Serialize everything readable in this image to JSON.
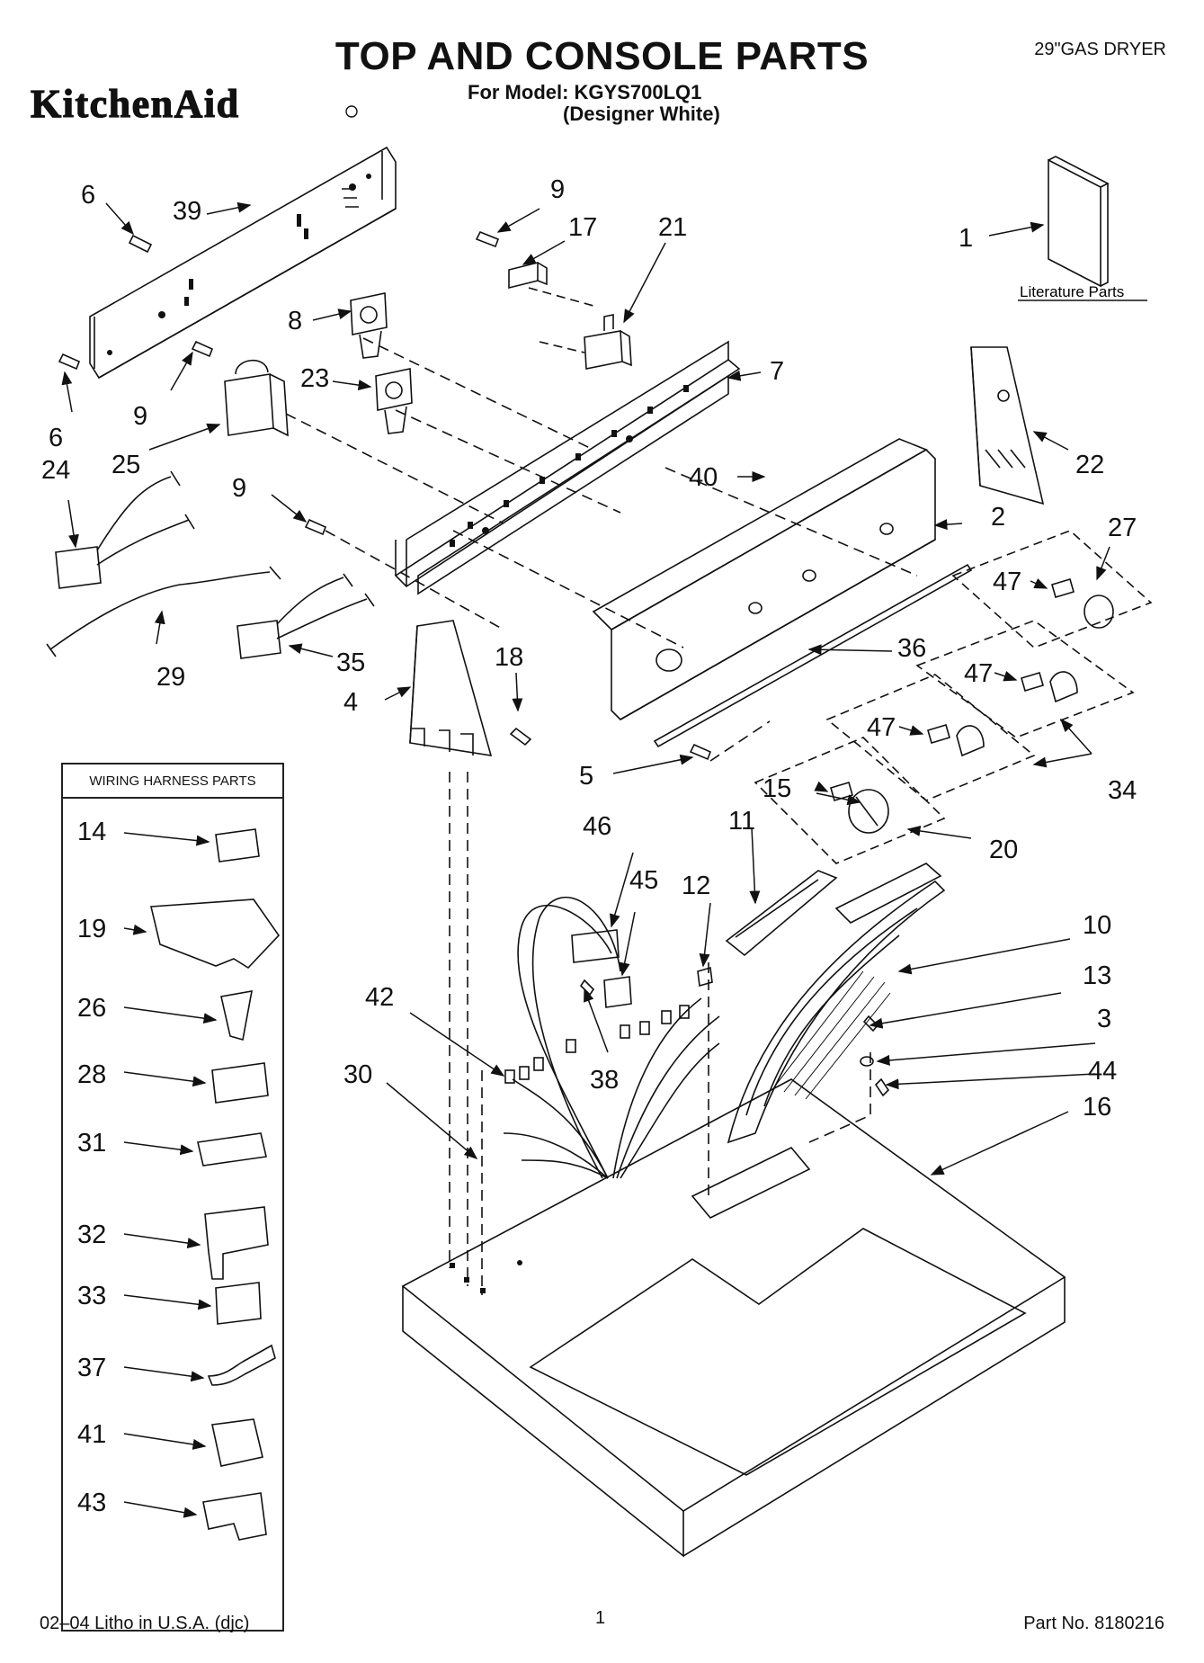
{
  "header": {
    "title": "TOP AND CONSOLE PARTS",
    "model_line": "For Model: KGYS700LQ1",
    "variant": "(Designer White)",
    "product_type": "29\"GAS DRYER",
    "brand": "KitchenAid"
  },
  "literature": {
    "caption": "Literature Parts",
    "callout": "1"
  },
  "harness_box": {
    "title": "WIRING HARNESS PARTS",
    "callouts": [
      "14",
      "19",
      "26",
      "28",
      "31",
      "32",
      "33",
      "37",
      "41",
      "43"
    ]
  },
  "callouts": {
    "c1": "1",
    "c2": "2",
    "c3": "3",
    "c4": "4",
    "c5": "5",
    "c6a": "6",
    "c6b": "6",
    "c7": "7",
    "c8": "8",
    "c9a": "9",
    "c9b": "9",
    "c9c": "9",
    "c10": "10",
    "c11": "11",
    "c12": "12",
    "c13": "13",
    "c15": "15",
    "c16": "16",
    "c17": "17",
    "c18": "18",
    "c20": "20",
    "c21": "21",
    "c22": "22",
    "c23": "23",
    "c24": "24",
    "c25": "25",
    "c27": "27",
    "c29": "29",
    "c30": "30",
    "c34": "34",
    "c35": "35",
    "c36": "36",
    "c38": "38",
    "c39": "39",
    "c40": "40",
    "c42": "42",
    "c44": "44",
    "c45": "45",
    "c46": "46",
    "c47a": "47",
    "c47b": "47",
    "c47c": "47"
  },
  "footer": {
    "litho": "02–04 Litho in U.S.A. (djc)",
    "page": "1",
    "part_no": "Part No. 8180216"
  }
}
